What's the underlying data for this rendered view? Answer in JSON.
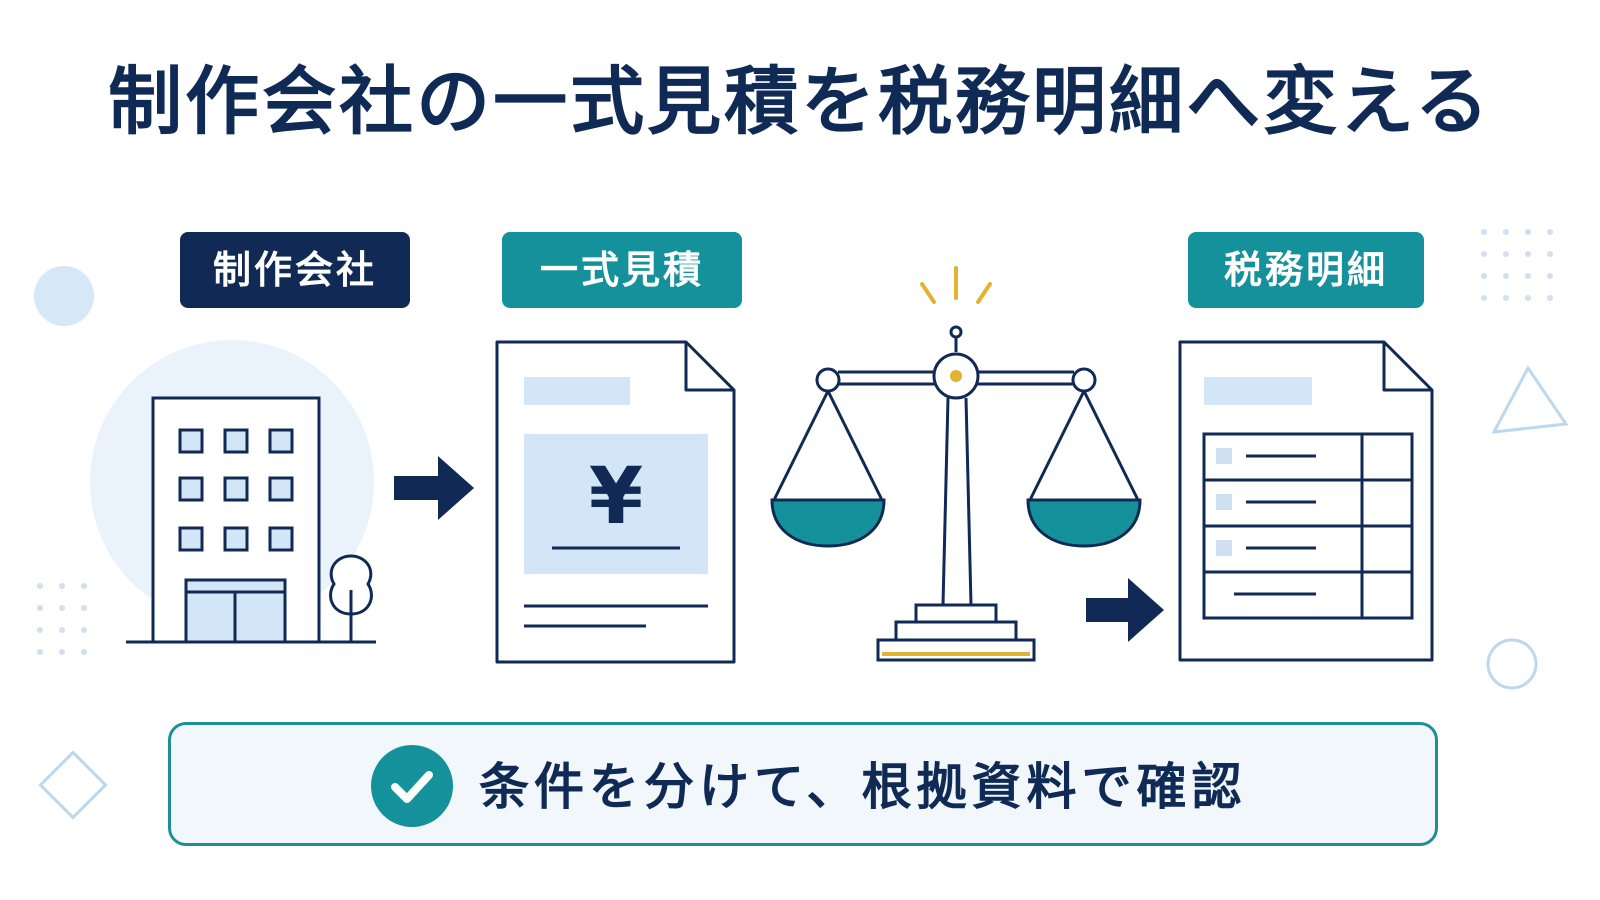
{
  "title": "制作会社の一式見積を税務明細へ変える",
  "labels": {
    "company": "制作会社",
    "estimate": "一式見積",
    "tax_detail": "税務明細"
  },
  "estimate_doc": {
    "currency_symbol": "¥"
  },
  "bottom": {
    "message": "条件を分けて、根拠資料で確認"
  },
  "colors": {
    "navy": "#112a55",
    "teal": "#14919b",
    "light_blue": "#d2e6f7",
    "gold": "#e2b233"
  }
}
